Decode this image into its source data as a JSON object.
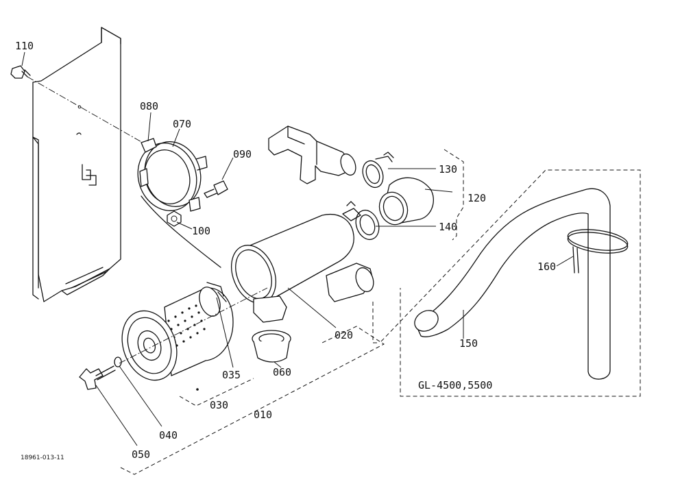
{
  "labels": {
    "p110": "110",
    "p080": "080",
    "p070": "070",
    "p090": "090",
    "p100": "100",
    "p130": "130",
    "p120": "120",
    "p140": "140",
    "p160": "160",
    "p020": "020",
    "p150": "150",
    "p035": "035",
    "p060": "060",
    "p030": "030",
    "p010": "010",
    "p040": "040",
    "p050": "050"
  },
  "model_note": "GL-4500,5500",
  "drawing_number": "18961-013-11"
}
